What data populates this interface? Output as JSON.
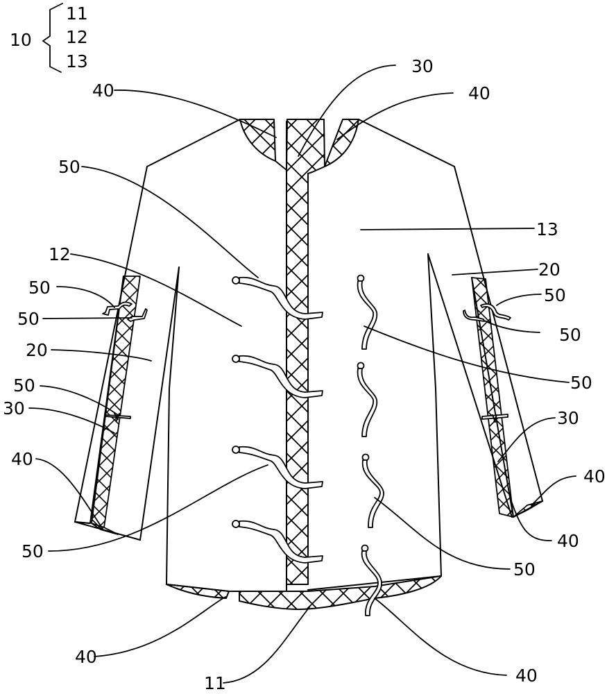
{
  "figure": {
    "legend": {
      "parent": "10",
      "children": [
        "11",
        "12",
        "13"
      ]
    },
    "labels": {
      "collar_left_40": "40",
      "collar_center_30": "30",
      "collar_right_40": "40",
      "left_50_top": "50",
      "right_13": "13",
      "left_12": "12",
      "right_20": "20",
      "left_sleeve_50_a": "50",
      "left_sleeve_50_b": "50",
      "right_sleeve_50_a": "50",
      "right_sleeve_50_b": "50",
      "left_20": "20",
      "right_tie_50": "50",
      "left_sleeve_50_c": "50",
      "left_30": "30",
      "right_30": "30",
      "left_40": "40",
      "right_cuff_40_a": "40",
      "right_cuff_40_b": "40",
      "left_lower_50": "50",
      "right_lower_50": "50",
      "bottom_left_40": "40",
      "bottom_11": "11",
      "bottom_right_40": "40"
    },
    "colors": {
      "line": "#000000",
      "background": "#ffffff"
    }
  }
}
